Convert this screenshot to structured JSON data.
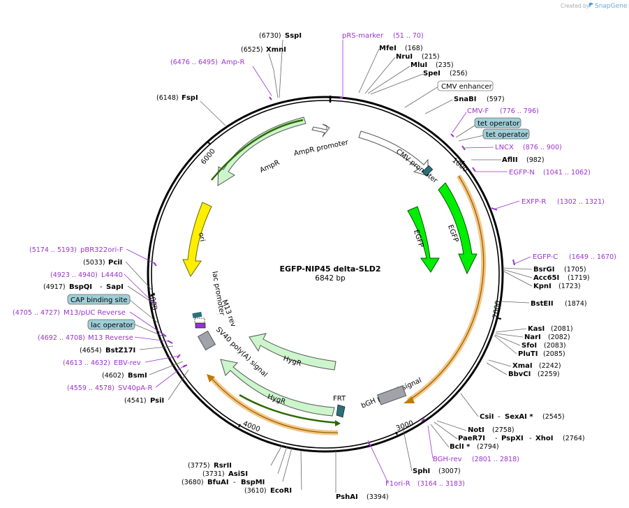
{
  "header": {
    "created_by": "Created by",
    "brand": "SnapGene"
  },
  "plasmid": {
    "name": "EGFP-NIP45 delta-SLD2",
    "length": "6842 bp"
  },
  "ticks": [
    "1000",
    "2000",
    "3000",
    "4000",
    "5000",
    "6000"
  ],
  "features": {
    "cmv_promoter": "CMV promoter",
    "egfp_outer": "EGFP",
    "egfp_inner": "EGFP",
    "ampr": "AmpR",
    "ampr_promoter": "AmpR promoter",
    "ori": "ori",
    "lac_promoter": "lac promoter",
    "m13_rev": "M13 rev",
    "sv40_polya": "SV40 poly(A) signal",
    "hygr_outer": "HygR",
    "hygr_inner": "HygR",
    "frt": "FRT",
    "bgh_polya": "bGH poly(A) signal"
  },
  "sites": {
    "sspi": {
      "name": "SspI",
      "pos": "(6730)"
    },
    "xmni": {
      "name": "XmnI",
      "pos": "(6525)"
    },
    "fspi": {
      "name": "FspI",
      "pos": "(6148)"
    },
    "mfei": {
      "name": "MfeI",
      "pos": "(168)"
    },
    "nrui": {
      "name": "NruI",
      "pos": "(215)"
    },
    "mlui": {
      "name": "MluI",
      "pos": "(235)"
    },
    "spei": {
      "name": "SpeI",
      "pos": "(256)"
    },
    "snabi": {
      "name": "SnaBI",
      "pos": "(597)"
    },
    "aflii": {
      "name": "AflII",
      "pos": "(982)"
    },
    "bsrgi": {
      "name": "BsrGI",
      "pos": "(1705)"
    },
    "acc65i": {
      "name": "Acc65I",
      "pos": "(1719)"
    },
    "kpni": {
      "name": "KpnI",
      "pos": "(1723)"
    },
    "bsteii": {
      "name": "BstEII",
      "pos": "(1874)"
    },
    "kasi": {
      "name": "KasI",
      "pos": "(2081)"
    },
    "nari": {
      "name": "NarI",
      "pos": "(2082)"
    },
    "sfoi": {
      "name": "SfoI",
      "pos": "(2083)"
    },
    "plutI": {
      "name": "PluTI",
      "pos": "(2085)"
    },
    "xmai": {
      "name": "XmaI",
      "pos": "(2242)"
    },
    "bbvci": {
      "name": "BbvCI",
      "pos": "(2259)"
    },
    "csii": {
      "name": "CsiI",
      "sep": "-",
      "name2": "SexAI *",
      "pos": "(2545)"
    },
    "noti": {
      "name": "NotI",
      "pos": "(2758)"
    },
    "paer7i": {
      "name": "PaeR7I",
      "sep": "-",
      "name2": "PspXI",
      "sep2": "-",
      "name3": "XhoI",
      "pos": "(2764)"
    },
    "bcli": {
      "name": "BclI *",
      "pos": "(2794)"
    },
    "sphi": {
      "name": "SphI",
      "pos": "(3007)"
    },
    "pshai": {
      "name": "PshAI",
      "pos": "(3394)"
    },
    "ecori": {
      "name": "EcoRI",
      "pos": "(3610)"
    },
    "bfuai": {
      "name": "BfuAI",
      "sep": "-",
      "name2": "BspMI",
      "pos": "(3680)"
    },
    "asisi": {
      "name": "AsiSI",
      "pos": "(3731)"
    },
    "rsrii": {
      "name": "RsrII",
      "pos": "(3775)"
    },
    "psii": {
      "name": "PsiI",
      "pos": "(4541)"
    },
    "bsmi": {
      "name": "BsmI",
      "pos": "(4602)"
    },
    "bstz17i": {
      "name": "BstZ17I",
      "pos": "(4654)"
    },
    "bspqi": {
      "name": "BspQI",
      "sep": "-",
      "name2": "SapI",
      "pos": "(4917)"
    },
    "pcii": {
      "name": "PciI",
      "pos": "(5033)"
    }
  },
  "primers": {
    "prs_marker": {
      "name": "pRS-marker",
      "pos": "(51 .. 70)"
    },
    "amp_r": {
      "name": "Amp-R",
      "pos": "(6476 .. 6495)"
    },
    "cmv_f": {
      "name": "CMV-F",
      "pos": "(776 .. 796)"
    },
    "lncx": {
      "name": "LNCX",
      "pos": "(876 .. 900)"
    },
    "egfp_n": {
      "name": "EGFP-N",
      "pos": "(1041 .. 1062)"
    },
    "exfp_r": {
      "name": "EXFP-R",
      "pos": "(1302 .. 1321)"
    },
    "egfp_c": {
      "name": "EGFP-C",
      "pos": "(1649 .. 1670)"
    },
    "bgh_rev": {
      "name": "BGH-rev",
      "pos": "(2801 .. 2818)"
    },
    "f1ori_r": {
      "name": "F1ori-R",
      "pos": "(3164 .. 3183)"
    },
    "sv40pa_r": {
      "name": "SV40pA-R",
      "pos": "(4559 .. 4578)"
    },
    "ebv_rev": {
      "name": "EBV-rev",
      "pos": "(4613 .. 4632)"
    },
    "m13_reverse": {
      "name": "M13 Reverse",
      "pos": "(4692 .. 4708)"
    },
    "m13_puc_reverse": {
      "name": "M13/pUC Reverse",
      "pos": "(4705 .. 4727)"
    },
    "l4440": {
      "name": "L4440",
      "pos": "(4923 .. 4940)"
    },
    "pbr322ori_f": {
      "name": "pBR322ori-F",
      "pos": "(5174 .. 5193)"
    }
  },
  "boxed_features": {
    "cmv_enhancer": "CMV enhancer",
    "tet_operator_1": "tet operator",
    "tet_operator_2": "tet operator",
    "cap_binding_site": "CAP binding site",
    "lac_operator": "lac operator"
  },
  "colors": {
    "backbone": "#000000",
    "primer": "#9a32cd",
    "egfp": "#00ee00",
    "ampr": "#ccf5cc",
    "ori": "#ffee00",
    "orf_orange": "#f5a623",
    "operator_box": "#9fcfd8",
    "polya": "#a0a4aa"
  }
}
